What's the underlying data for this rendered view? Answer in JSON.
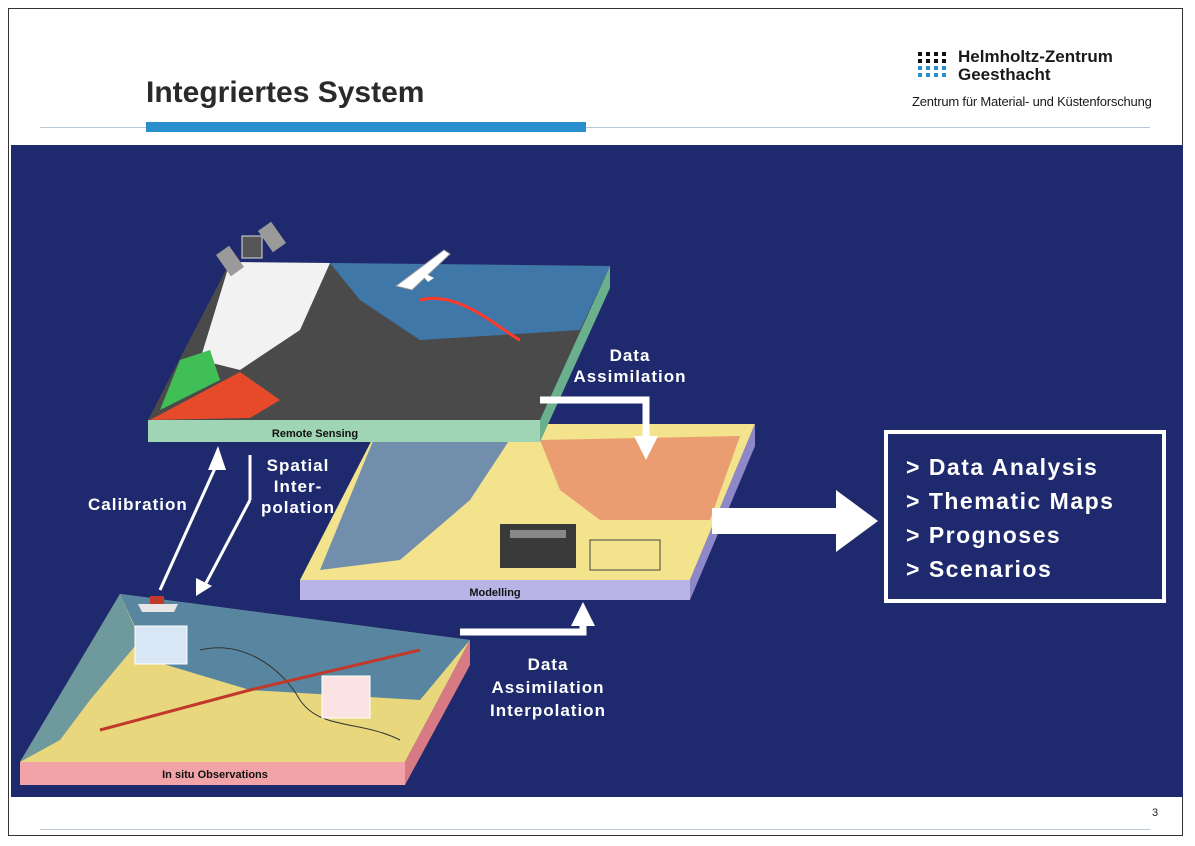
{
  "slide": {
    "title": "Integriertes System",
    "page_number": "3"
  },
  "logo": {
    "name_line1": "Helmholtz-Zentrum",
    "name_line2": "Geesthacht",
    "subtitle": "Zentrum für Material- und Küstenforschung"
  },
  "layers": {
    "remote_sensing": "Remote Sensing",
    "modelling": "Modelling",
    "in_situ": "In situ Observations"
  },
  "arrows": {
    "data_assimilation_top_1": "Data",
    "data_assimilation_top_2": "Assimilation",
    "calibration": "Calibration",
    "spatial_1": "Spatial",
    "spatial_2": "Inter-",
    "spatial_3": "polation",
    "bottom_1": "Data",
    "bottom_2": "Assimilation",
    "bottom_3": "Interpolation"
  },
  "outputs": {
    "items": [
      "> Data Analysis",
      "> Thematic Maps",
      "> Prognoses",
      "> Scenarios"
    ]
  },
  "colors": {
    "panel_background": "#1f2a6e",
    "accent_bar": "#2a8fcf",
    "remote_sensing_edge": "#9fd4b4",
    "modelling_edge": "#b8b4e6",
    "in_situ_edge": "#f2a3a8"
  }
}
